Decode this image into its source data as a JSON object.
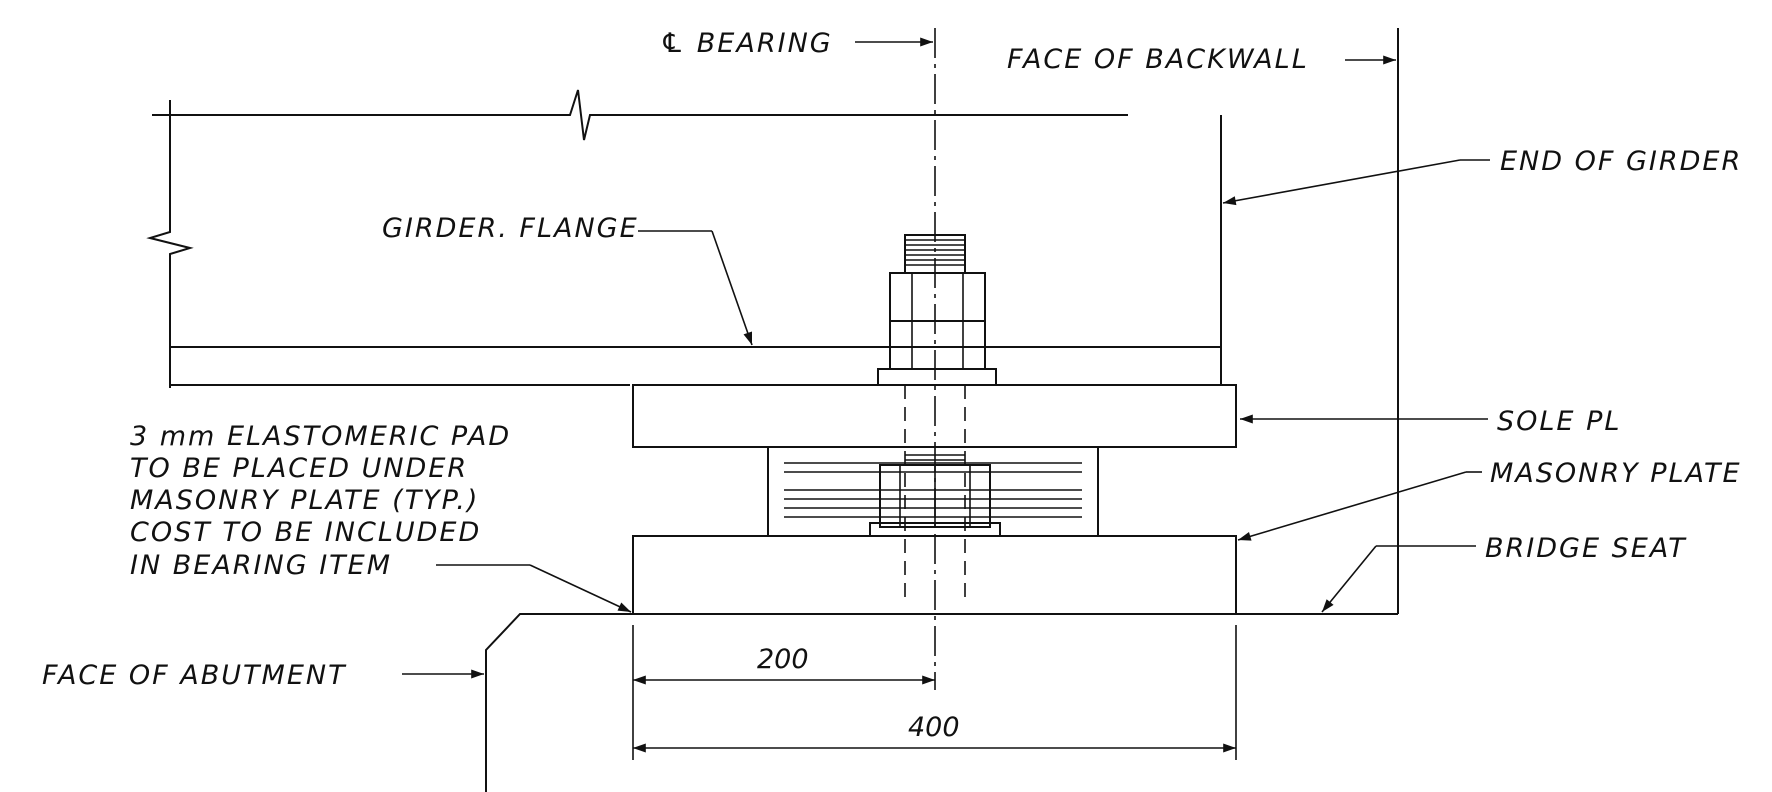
{
  "labels": {
    "cl_bearing": "℄ BEARING",
    "face_of_backwall": "FACE OF BACKWALL",
    "end_of_girder": "END OF GIRDER",
    "girder_flange": "GIRDER. FLANGE",
    "sole_plate": "SOLE PL",
    "masonry_plate": "MASONRY PLATE",
    "bridge_seat": "BRIDGE SEAT",
    "face_of_abutment": "FACE OF ABUTMENT",
    "pad_note": [
      "3 mm ELASTOMERIC PAD",
      "TO BE PLACED UNDER",
      "MASONRY PLATE (TYP.)",
      "COST TO BE INCLUDED",
      "IN BEARING ITEM"
    ]
  },
  "dimensions": {
    "half_width": "200",
    "full_width": "400"
  }
}
